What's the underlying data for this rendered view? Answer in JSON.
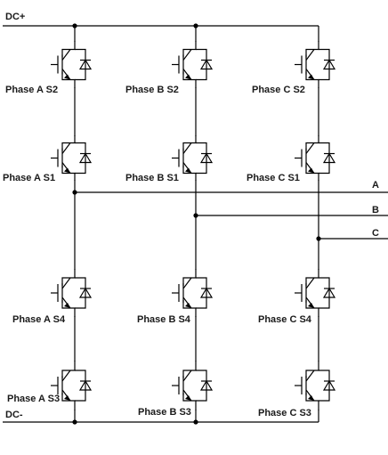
{
  "rails": {
    "positive": "DC+",
    "negative": "DC-"
  },
  "outputs": [
    "A",
    "B",
    "C"
  ],
  "switches": [
    {
      "label": "Phase A S2"
    },
    {
      "label": "Phase B S2"
    },
    {
      "label": "Phase C S2"
    },
    {
      "label": "Phase A S1"
    },
    {
      "label": "Phase B S1"
    },
    {
      "label": "Phase C S1"
    },
    {
      "label": "Phase A S4"
    },
    {
      "label": "Phase B S4"
    },
    {
      "label": "Phase C S4"
    },
    {
      "label": "Phase A S3"
    },
    {
      "label": "Phase B S3"
    },
    {
      "label": "Phase C S3"
    }
  ]
}
